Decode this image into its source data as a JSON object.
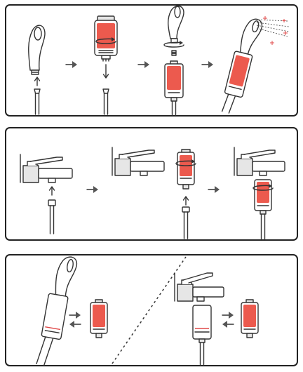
{
  "diagram": {
    "panels": [
      {
        "id": "showerhead-install",
        "steps": 4
      },
      {
        "id": "faucet-install",
        "steps": 3
      },
      {
        "id": "cartridge-replace",
        "variants": 2
      }
    ]
  },
  "colors": {
    "outline": "#333333",
    "cartridge": "#ec5a4e",
    "cap": "#e6e6e6",
    "arrow": "#555555",
    "spray": "#e04848"
  },
  "icons": [
    "showerhead",
    "hose",
    "filter-cartridge",
    "faucet",
    "arrow-right",
    "arrow-left",
    "rotate-arrow",
    "spray-lines",
    "sparkle"
  ]
}
